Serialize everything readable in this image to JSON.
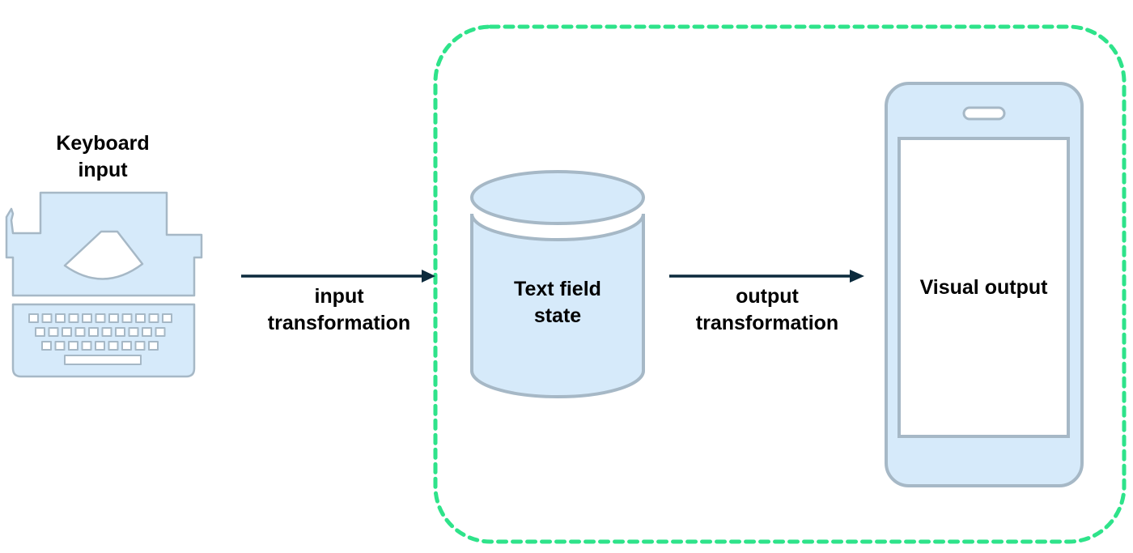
{
  "keyboard": {
    "label_line1": "Keyboard",
    "label_line2": "input",
    "icon": "typewriter-icon"
  },
  "input_transformation": {
    "line1": "input",
    "line2": "transformation"
  },
  "state": {
    "line1": "Text field",
    "line2": "state",
    "icon": "database-cylinder-icon"
  },
  "output_transformation": {
    "line1": "output",
    "line2": "transformation"
  },
  "visual_output": {
    "label": "Visual output",
    "icon": "phone-icon"
  },
  "colors": {
    "fill": "#d6eafa",
    "stroke": "#a6b8c6",
    "arrow": "#0b2a3c",
    "boundary": "#2ee38a"
  }
}
